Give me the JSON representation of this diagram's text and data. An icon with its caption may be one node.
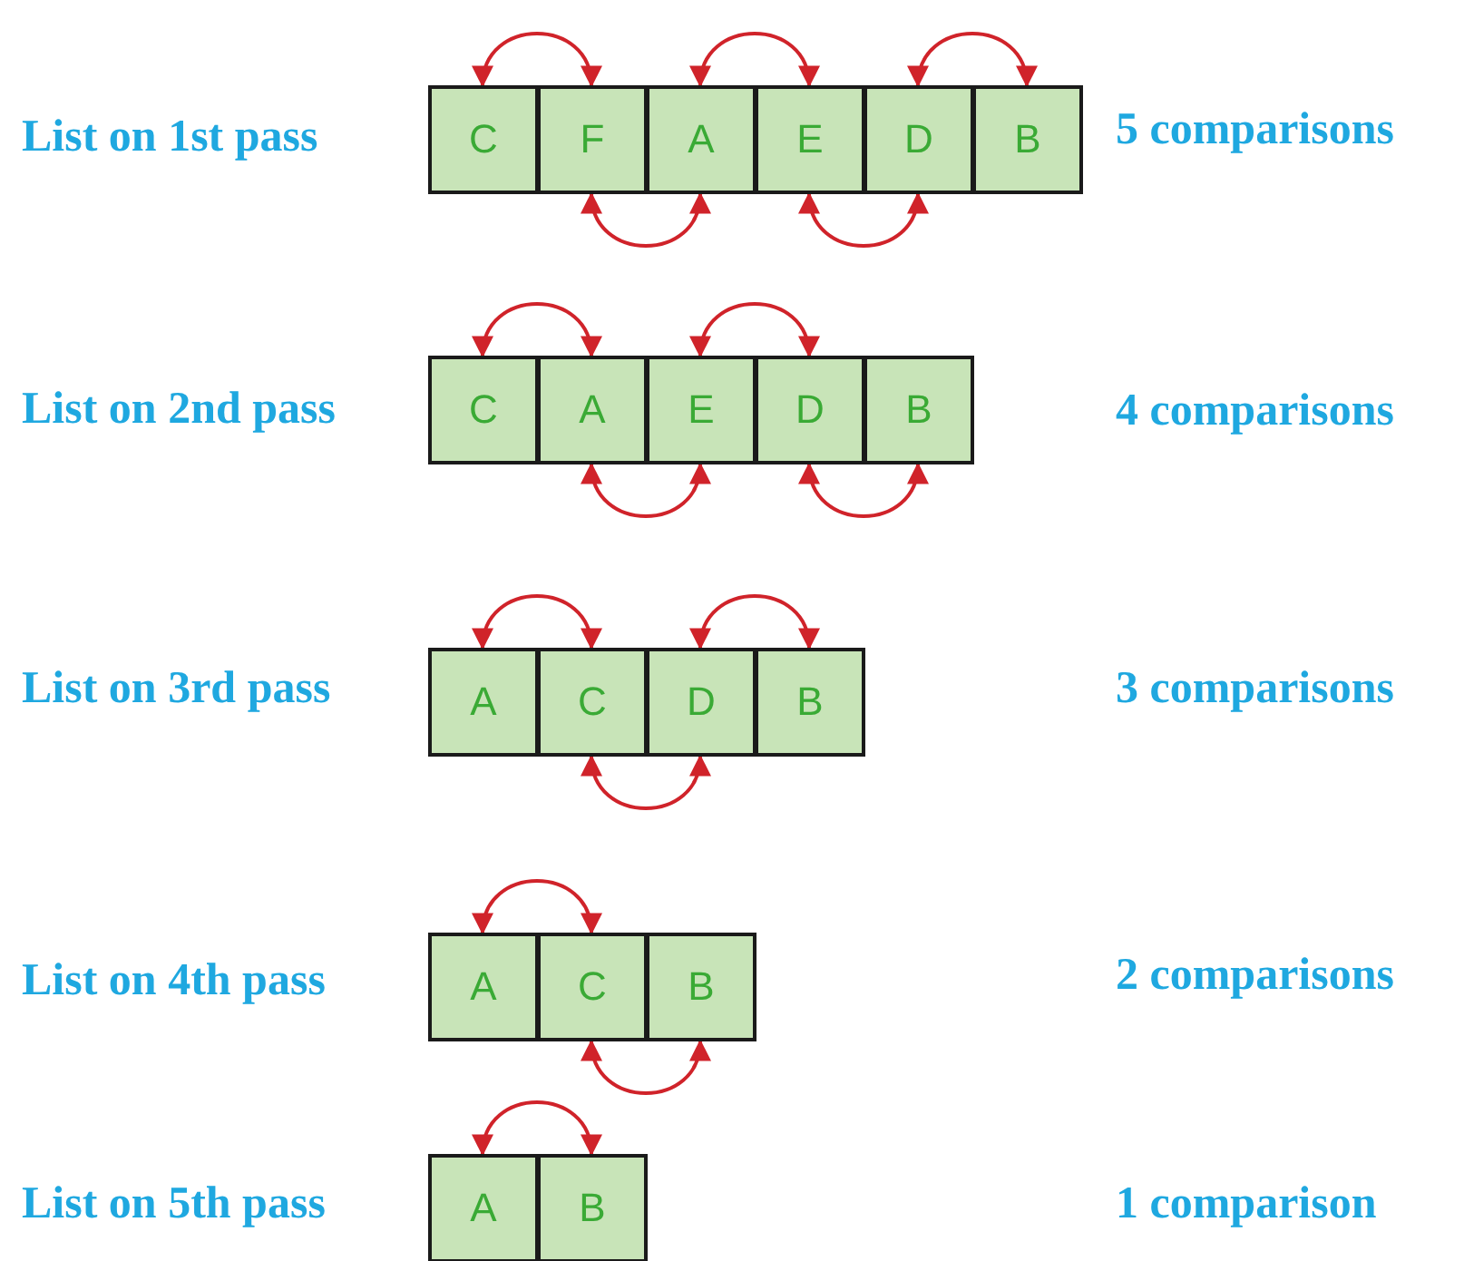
{
  "diagram": {
    "nodes": [
      {
        "text": [
          "C"
        ]
      },
      {
        "text": [
          "F"
        ]
      },
      {
        "text": [
          "A"
        ]
      },
      {
        "text": [
          "E"
        ]
      },
      {
        "text": [
          "D"
        ]
      },
      {
        "text": [
          "B"
        ]
      },
      {
        "text": [
          "C"
        ]
      },
      {
        "text": [
          "A"
        ]
      },
      {
        "text": [
          "E"
        ]
      },
      {
        "text": [
          "D"
        ]
      },
      {
        "text": [
          "B"
        ]
      },
      {
        "text": [
          "A"
        ]
      },
      {
        "text": [
          "C"
        ]
      },
      {
        "text": [
          "D"
        ]
      },
      {
        "text": [
          "B"
        ]
      },
      {
        "text": [
          "A"
        ]
      },
      {
        "text": [
          "C"
        ]
      },
      {
        "text": [
          "B"
        ]
      },
      {
        "text": [
          "A"
        ]
      },
      {
        "text": [
          "B"
        ]
      }
    ],
    "edges": [
      {
        "from": 0,
        "to": 1,
        "arrow": "both"
      },
      {
        "from": 2,
        "to": 3,
        "arrow": "both"
      },
      {
        "from": 4,
        "to": 5,
        "arrow": "both"
      },
      {
        "from": 1,
        "to": 2,
        "arrow": "both"
      },
      {
        "from": 3,
        "to": 4,
        "arrow": "both"
      },
      {
        "from": 6,
        "to": 7,
        "arrow": "both"
      },
      {
        "from": 8,
        "to": 9,
        "arrow": "both"
      },
      {
        "from": 7,
        "to": 8,
        "arrow": "both"
      },
      {
        "from": 9,
        "to": 10,
        "arrow": "both"
      },
      {
        "from": 11,
        "to": 12,
        "arrow": "both"
      },
      {
        "from": 13,
        "to": 14,
        "arrow": "both"
      },
      {
        "from": 12,
        "to": 13,
        "arrow": "both"
      },
      {
        "from": 15,
        "to": 16,
        "arrow": "both"
      },
      {
        "from": 16,
        "to": 17,
        "arrow": "both"
      },
      {
        "from": 18,
        "to": 19,
        "arrow": "both"
      }
    ],
    "labels": [
      "List on 1st pass",
      "5 comparisons",
      "List on 2nd pass",
      "4 comparisons",
      "List on 3rd pass",
      "3 comparisons",
      "List on 4th pass",
      "2 comparisons",
      "List on 5th pass",
      "1 comparison"
    ]
  }
}
